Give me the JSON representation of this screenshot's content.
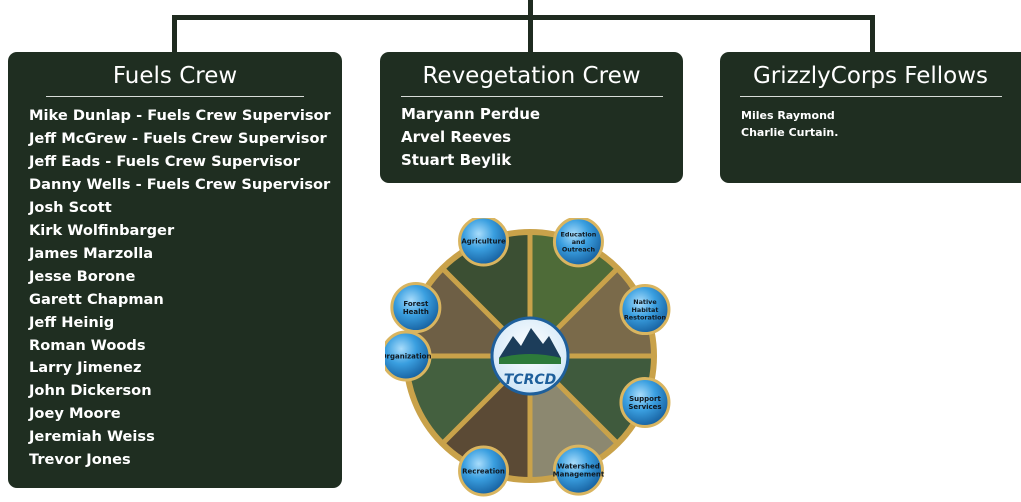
{
  "panels": {
    "fuels": {
      "title": "Fuels Crew",
      "members": [
        "Mike Dunlap - Fuels Crew Supervisor",
        "Jeff McGrew -  Fuels Crew Supervisor",
        "Jeff Eads - Fuels Crew Supervisor",
        "Danny Wells - Fuels Crew Supervisor",
        "Josh Scott",
        "Kirk Wolfinbarger",
        "James Marzolla",
        "Jesse Borone",
        "Garett Chapman",
        "Jeff Heinig",
        "Roman Woods",
        "Larry Jimenez",
        "John Dickerson",
        "Joey Moore",
        "Jeremiah Weiss",
        "Trevor Jones"
      ]
    },
    "revegetation": {
      "title": "Revegetation Crew",
      "members": [
        "Maryann Perdue",
        "Arvel Reeves",
        "Stuart Beylik"
      ]
    },
    "grizzly": {
      "title": "GrizzlyCorps Fellows",
      "members": [
        "Miles Raymond",
        "Charlie Curtain."
      ]
    }
  },
  "wheel": {
    "logo_text": "TCRCD",
    "nodes": [
      {
        "label": [
          "Agriculture"
        ]
      },
      {
        "label": [
          "Education",
          "and",
          "Outreach"
        ]
      },
      {
        "label": [
          "Native",
          "Habitat",
          "Restoration"
        ]
      },
      {
        "label": [
          "Support",
          "Services"
        ]
      },
      {
        "label": [
          "Watershed",
          "Management"
        ]
      },
      {
        "label": [
          "Recreation"
        ]
      },
      {
        "label": [
          "Organization"
        ]
      },
      {
        "label": [
          "Forest",
          "Health"
        ]
      }
    ]
  },
  "colors": {
    "panel_bg": "#1f2e21",
    "connector": "#1f2b20",
    "ring": "#c9a24a",
    "node_fill": "#2f95d6"
  }
}
